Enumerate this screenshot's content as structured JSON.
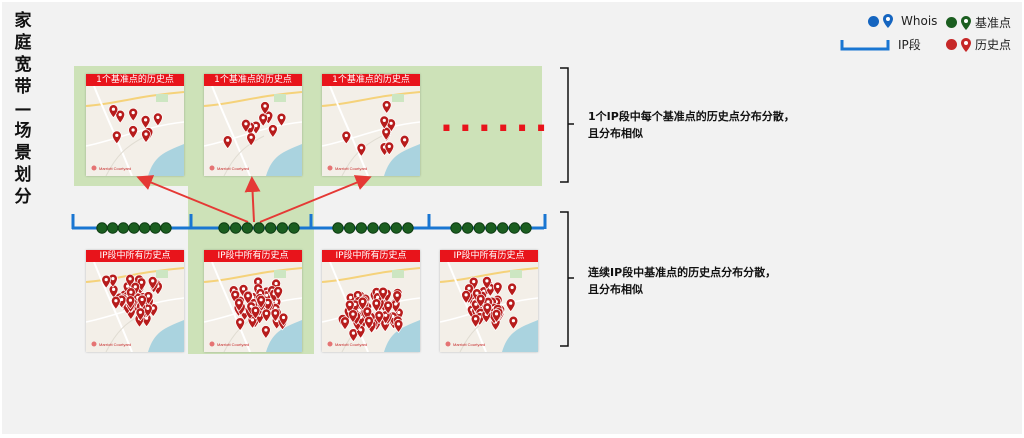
{
  "title": "家庭宽带—场景划分",
  "legend": {
    "whois_label": "Whois",
    "base_label": "基准点",
    "ip_label": "IP段",
    "history_label": "历史点",
    "colors": {
      "whois": "#1565c0",
      "base": "#1b5e20",
      "ip": "#1976d2",
      "history": "#c62828"
    }
  },
  "top_row": {
    "card_title": "1个基准点的历史点",
    "ellipsis": "......",
    "brace_text_line1": "1个IP段中每个基准点的历史点分布分散，",
    "brace_text_line2": "且分布相似"
  },
  "bottom_row": {
    "card_title": "IP段中所有历史点",
    "brace_text_line1": "连续IP段中基准点的历史点分布分散，",
    "brace_text_line2": "且分布相似"
  },
  "map_caption": "Marriott Courtyard",
  "colors": {
    "highlight": "#cde2b8",
    "arrow": "#e53935",
    "pin": "#b71c1c",
    "card_header": "#e8141b"
  }
}
